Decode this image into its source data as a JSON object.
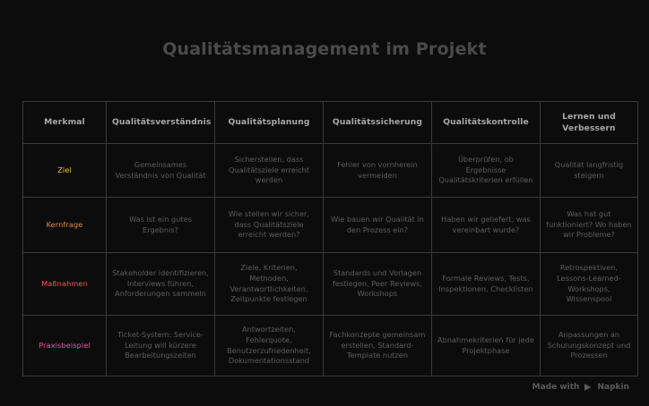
{
  "page": {
    "title": "Qualitätsmanagement im Projekt",
    "background_color": "#0c0c0c",
    "text_color": "#5d5d5d",
    "border_color": "#3a3a3a"
  },
  "table": {
    "headers": [
      "Merkmal",
      "Qualitätsverständnis",
      "Qualitätsplanung",
      "Qualitätssicherung",
      "Qualitätskontrolle",
      "Lernen und Verbessern"
    ],
    "rows": [
      {
        "label": "Ziel",
        "label_color": "#e8c72e",
        "cells": [
          "Gemeinsames Verständnis von Qualität",
          "Sicherstellen, dass Qualitätsziele erreicht werden",
          "Fehler von vornherein vermeiden",
          "Überprüfen, ob Ergebnisse Qualitätskriterien erfüllen",
          "Qualität langfristig steigern"
        ]
      },
      {
        "label": "Kernfrage",
        "label_color": "#e8883c",
        "cells": [
          "Was ist ein gutes Ergebnis?",
          "Wie stellen wir sicher, dass Qualitätsziele erreicht werden?",
          "Wie bauen wir Qualität in den Prozess ein?",
          "Haben wir geliefert, was vereinbart wurde?",
          "Was hat gut funktioniert? Wo haben wir Probleme?"
        ]
      },
      {
        "label": "Maßnahmen",
        "label_color": "#ee5a52",
        "cells": [
          "Stakeholder identifizieren, Interviews führen, Anforderungen sammeln",
          "Ziele, Kriterien, Methoden, Verantwortlichkeiten, Zeitpunkte festlegen",
          "Standards und Vorlagen festlegen, Peer Reviews, Workshops",
          "Formale Reviews, Tests, Inspektionen, Checklisten",
          "Retrospektiven, Lessons-Learned-Workshops, Wissenspool"
        ]
      },
      {
        "label": "Praxisbeispiel",
        "label_color": "#ee57a8",
        "cells": [
          "Ticket-System: Service-Leitung will kürzere Bearbeitungszeiten",
          "Antwortzeiten, Fehlerquote, Benutzerzufriedenheit, Dokumentationsstand",
          "Fachkonzepte gemeinsam erstellen, Standard-Template nutzen",
          "Abnahmekriterien für jede Projektphase",
          "Anpassungen an Schulungskonzept und Prozessen"
        ]
      }
    ]
  },
  "footer": {
    "made_with": "Made with",
    "brand": "Napkin"
  }
}
